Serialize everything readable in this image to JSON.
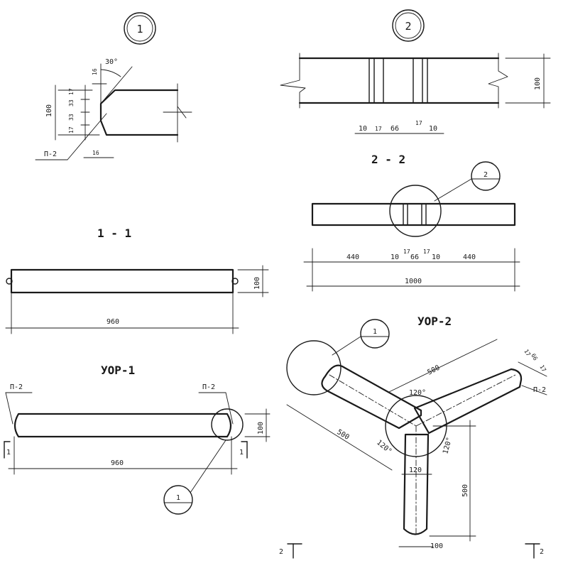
{
  "views": {
    "detail_1": {
      "mark": "1",
      "angle": "30°",
      "dims": [
        "16",
        "100",
        "17",
        "33",
        "33",
        "17",
        "16"
      ],
      "part": "П-2"
    },
    "detail_2": {
      "mark": "2",
      "dims": [
        "10",
        "17",
        "66",
        "17",
        "10"
      ],
      "height": "100"
    },
    "section_1_1": {
      "title": "1 - 1",
      "length": "960",
      "height": "100"
    },
    "section_2_2": {
      "title": "2 - 2",
      "mark": "2",
      "dims": [
        "440",
        "10",
        "17",
        "66",
        "17",
        "10",
        "440"
      ],
      "total": "1000"
    },
    "uor_1": {
      "title": "УОР-1",
      "part_left": "П-2",
      "part_right": "П-2",
      "length": "960",
      "height": "100",
      "cut_left": "1",
      "cut_right": "1",
      "detail_mark": "1"
    },
    "uor_2": {
      "title": "УОР-2",
      "detail_mark": "1",
      "arm_length": "500",
      "angle": "120°",
      "width": "100",
      "dim_120": "120",
      "part": "П-2",
      "tip_dims": [
        "17",
        "66",
        "17"
      ],
      "cut_left": "2",
      "cut_right": "2"
    }
  }
}
